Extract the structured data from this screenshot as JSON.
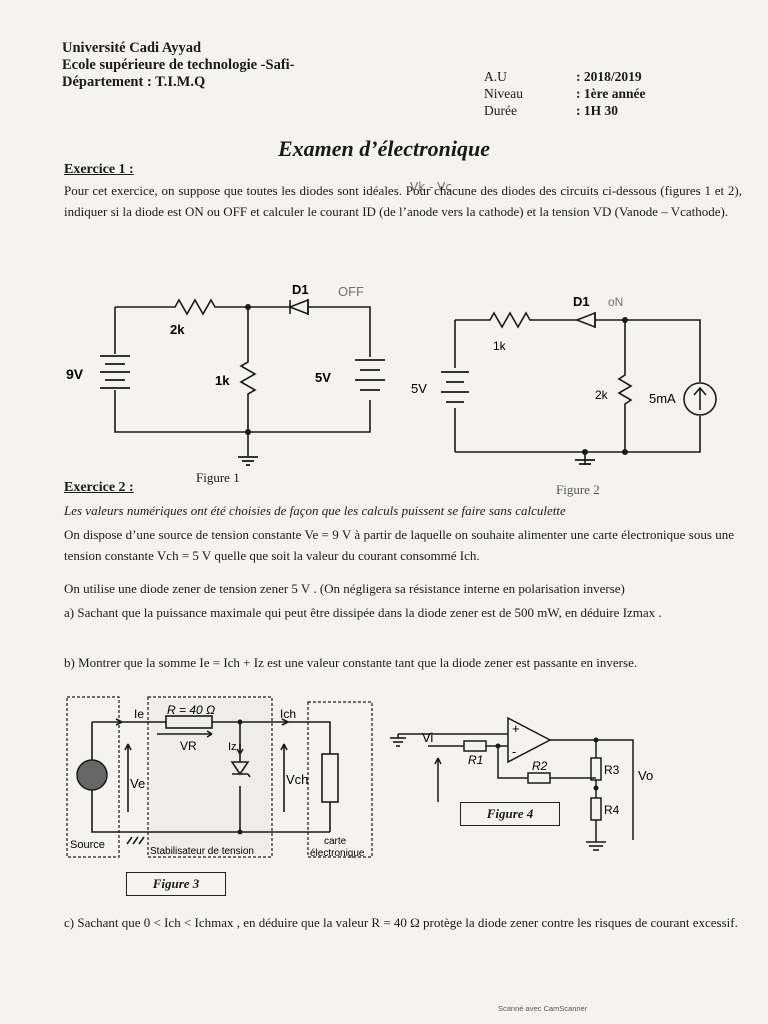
{
  "header": {
    "university": "Université Cadi Ayyad",
    "school": "Ecole supérieure de technologie -Safi-",
    "department": "Département : T.I.M.Q"
  },
  "meta": [
    {
      "key": "A.U",
      "value": ": 2018/2019"
    },
    {
      "key": "Niveau",
      "value": ": 1ère année"
    },
    {
      "key": "Durée",
      "value": ": 1H 30"
    }
  ],
  "title": "Examen d’électronique",
  "ex1": {
    "heading": "Exercice 1 :",
    "text": "Pour cet exercice, on suppose que toutes les diodes sont idéales. Pour chacune des diodes des circuits ci-dessous (figures 1 et 2), indiquer si la diode est ON ou OFF et calculer le courant ID (de l’anode vers la cathode) et la tension VD (Vanode – Vcathode).",
    "fig1": {
      "caption": "Figure 1",
      "r1": "2k",
      "r2": "1k",
      "v1": "9V",
      "v2": "5V",
      "diode": "D1"
    },
    "fig2": {
      "caption": "Figure 2",
      "r1": "1k",
      "r2": "2k",
      "v1": "5V",
      "source": "5mA",
      "diode": "D1"
    }
  },
  "ex2": {
    "heading": "Exercice 2 :",
    "intro": "Les valeurs numériques ont été choisies de façon que les calculs puissent se faire sans calculette",
    "p1": "On dispose d’une source de tension constante Ve = 9 V à partir de laquelle on souhaite alimenter une carte électronique sous une tension constante Vch = 5 V quelle que soit la valeur du courant consommé Ich.",
    "p2": "On utilise une diode zener de tension zener 5 V . (On négligera sa résistance interne en polarisation inverse)",
    "qa": "a) Sachant que la puissance maximale qui peut être dissipée dans la diode zener est de 500 mW, en déduire Izmax .",
    "qb": "b) Montrer que la somme Ie = Ich + Iz est une valeur constante tant que la diode zener est passante en inverse.",
    "qc": "c) Sachant que 0 < Ich < Ichmax , en déduire que la valeur R = 40 Ω protège la diode zener contre les risques de courant excessif.",
    "fig3": {
      "caption": "Figure 3",
      "r": "R = 40 Ω",
      "ie": "Ie",
      "ich": "Ich",
      "iz": "Iz",
      "vr": "VR",
      "ve": "Ve",
      "vch": "Vch",
      "source": "Source",
      "stab": "Stabilisateur de tension",
      "card1": "carte",
      "card2": "électronique"
    },
    "fig4": {
      "caption": "Figure 4",
      "vi": "Vi",
      "r1": "R1",
      "r2": "R2",
      "r3": "R3",
      "r4": "R4",
      "vo": "Vo",
      "plus": "+",
      "minus": "-"
    }
  },
  "annotations": {
    "off": "OFF",
    "on": "oN",
    "vk": "Vk - Vc"
  },
  "footer": "Scanné avec CamScanner"
}
